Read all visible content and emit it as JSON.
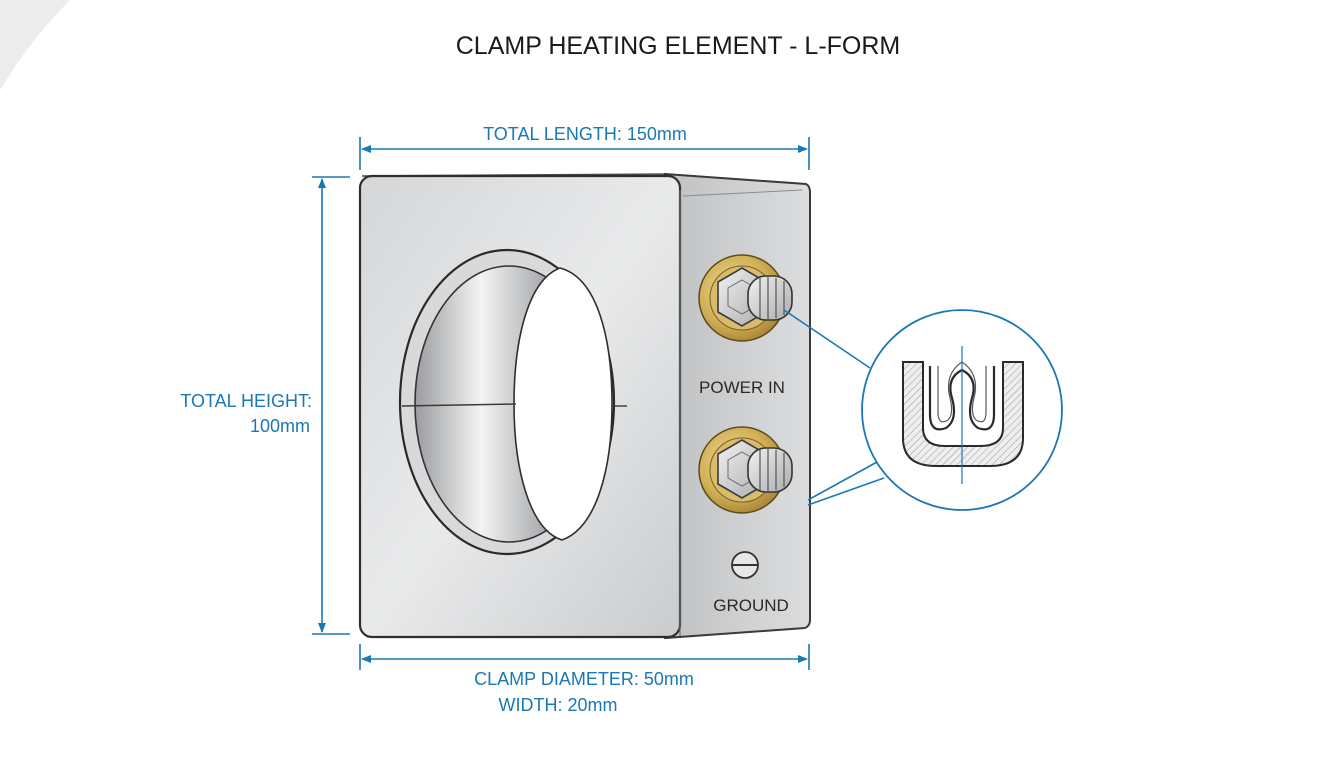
{
  "diagram": {
    "title": "CLAMP HEATING ELEMENT - L-FORM",
    "accent_color": "#1a78b4",
    "dimensions": {
      "total_length": "TOTAL LENGTH: 150mm",
      "total_height_line1": "TOTAL HEIGHT:",
      "total_height_line2": "100mm",
      "clamp_diameter": "CLAMP DIAMETER: 50mm",
      "width": "WIDTH: 20mm"
    },
    "terminals": {
      "power_in": "POWER IN",
      "ground": "GROUND"
    },
    "icons": {
      "terminal": "hex-nut-terminal-icon",
      "ground": "ground-screw-icon",
      "detail": "u-form-cross-section-icon"
    }
  }
}
